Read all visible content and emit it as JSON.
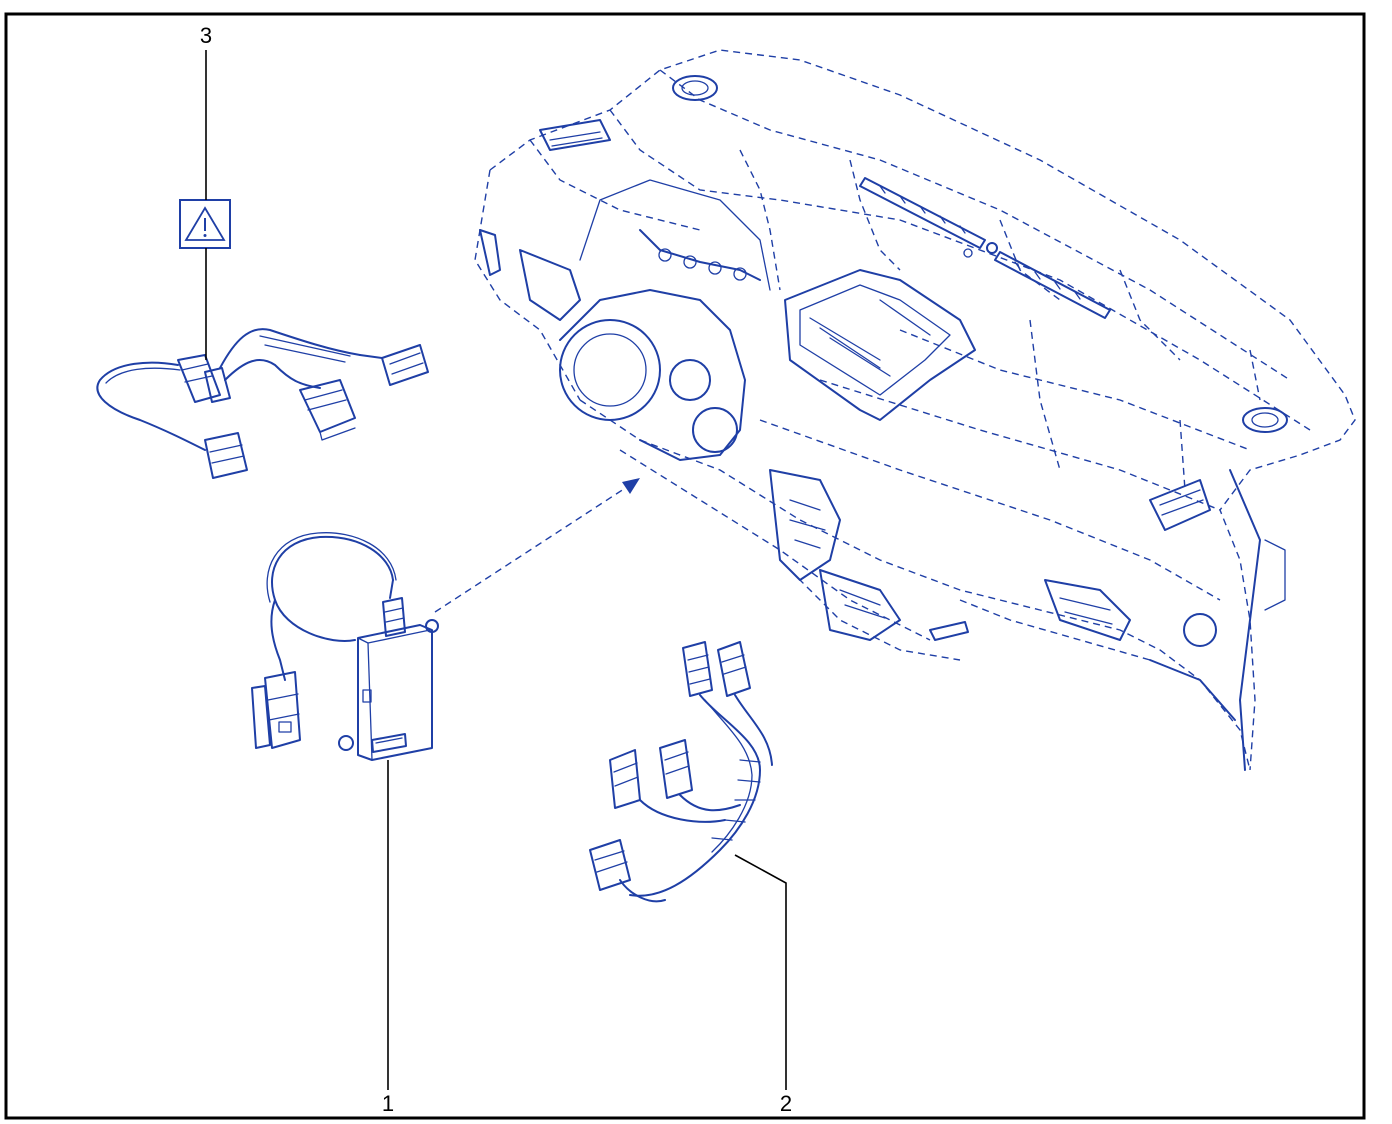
{
  "callouts": [
    {
      "id": "1",
      "label": "1"
    },
    {
      "id": "2",
      "label": "2"
    },
    {
      "id": "3",
      "label": "3"
    }
  ],
  "colors": {
    "ink": "#1f3fa6",
    "frame": "#000000",
    "background": "#ffffff"
  },
  "icons": {
    "warning": "warning-triangle-icon"
  }
}
